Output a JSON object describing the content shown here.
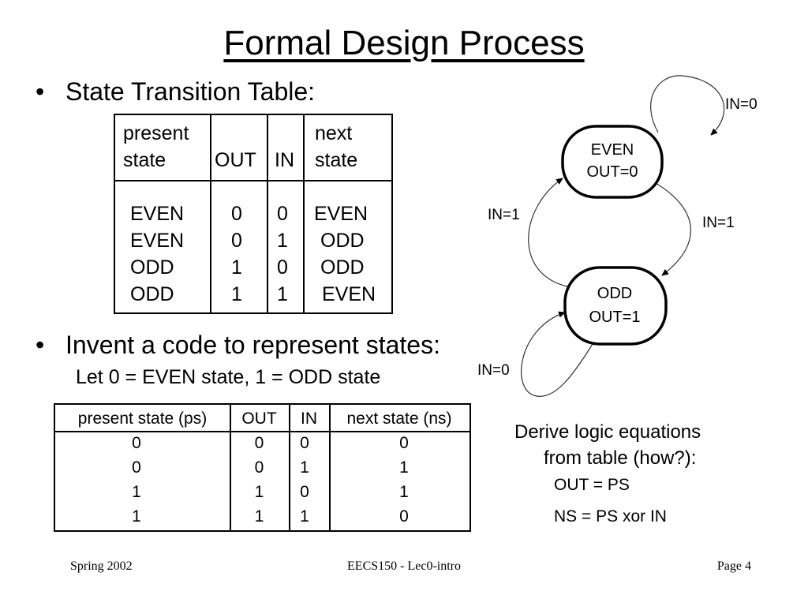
{
  "slide": {
    "title": "Formal Design Process",
    "bullet1": "State Transition Table:",
    "bullet2": "Invent a code to represent states:",
    "bullet_symbol": "•",
    "sub_text": "Let 0 = EVEN state, 1 = ODD state"
  },
  "table1": {
    "headers": {
      "present_line1": "present",
      "present_line2": "state",
      "out": "OUT",
      "in": "IN",
      "next_line1": "next",
      "next_line2": "state"
    },
    "rows": [
      {
        "ps": "EVEN",
        "out": "0",
        "in": "0",
        "ns": "EVEN"
      },
      {
        "ps": "EVEN",
        "out": "0",
        "in": "1",
        "ns": "ODD"
      },
      {
        "ps": "ODD",
        "out": "1",
        "in": "0",
        "ns": "ODD"
      },
      {
        "ps": "ODD",
        "out": "1",
        "in": "1",
        "ns": "EVEN"
      }
    ]
  },
  "table2": {
    "headers": [
      "present state (ps)",
      "OUT",
      "IN",
      "next state (ns)"
    ],
    "rows": [
      [
        "0",
        "0",
        "0",
        "0"
      ],
      [
        "0",
        "0",
        "1",
        "1"
      ],
      [
        "1",
        "1",
        "0",
        "1"
      ],
      [
        "1",
        "1",
        "1",
        "0"
      ]
    ]
  },
  "diagram": {
    "even_line1": "EVEN",
    "even_line2": "OUT=0",
    "odd_line1": "ODD",
    "odd_line2": "OUT=1",
    "even_self_label": "IN=0",
    "odd_self_label": "IN=0",
    "even_to_odd_label": "IN=1",
    "odd_to_even_label": "IN=1"
  },
  "equations": {
    "head_line1": "Derive logic equations",
    "head_line2": "from table (how?):",
    "eq1": "OUT = PS",
    "eq2": "NS = PS xor IN"
  },
  "footer": {
    "left": "Spring 2002",
    "center": "EECS150 - Lec0-intro",
    "right": "Page 4"
  }
}
